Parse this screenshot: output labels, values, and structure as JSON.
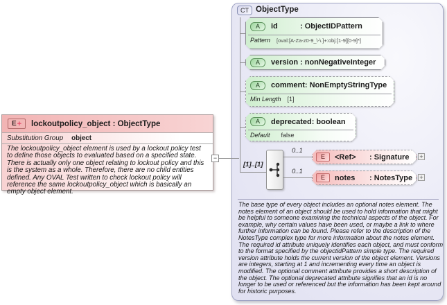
{
  "element": {
    "badge": "E",
    "badge_plus": "+",
    "title": "lockoutpolicy_object : ObjectType",
    "substitution_label": "Substitution Group",
    "substitution_value": "object",
    "description": "The lockoutpolicy_object element is used by a lockout policy test to define those objects to evaluated based on a specified state. There is actually only one object relating to lockout policy and this is the system as a whole. Therefore, there are no child entities defined. Any OVAL Test written to check lockout policy will reference the same lockoutpolicy_object which is basically an empty object element."
  },
  "ct": {
    "badge": "CT",
    "title": "ObjectType",
    "attributes": [
      {
        "badge": "A",
        "name": "id",
        "type": ": ObjectIDPattern",
        "facet_label": "Pattern",
        "facet_value": "[oval:[A-Za-z0-9_\\-\\.]+:obj:[1-9][0-9]*]"
      },
      {
        "badge": "A",
        "name": "version",
        "type": ": nonNegativeInteger"
      },
      {
        "badge": "A",
        "name": "comment",
        "type": ": NonEmptyStringType",
        "facet_label": "Min Length",
        "facet_value": "[1]"
      },
      {
        "badge": "A",
        "name": "deprecated",
        "type": ": boolean",
        "facet_label": "Default",
        "facet_value": "false"
      }
    ],
    "content": {
      "cardinality": "[1]..[1]",
      "children": [
        {
          "badge": "E",
          "occurs": "0..1",
          "name": "<Ref>",
          "type": ": Signature"
        },
        {
          "badge": "E",
          "occurs": "0..1",
          "name": "notes",
          "type": ": NotesType"
        }
      ]
    },
    "description": "The base type of every object includes an optional notes element. The notes element of an object should be used to hold information that might be helpful to someone examining the technical aspects of the object. For example, why certain values have been used, or maybe a link to where further information can be found. Please refer to the description of the NotesType complex type for more information about the notes element. The required id attribute uniquely identifies each object, and must conform to the format specified by the objectidPattern simple type. The required version attribute holds the current version of the object element. Versions are integers, starting at 1 and incrementing every time an object is modified. The optional comment attribute provides a short description of the object. The optional deprecated attribute signifies that an id is no longer to be used or referenced but the information has been kept around for historic purposes."
  },
  "icons": {
    "collapse": "−",
    "expand": "+"
  },
  "colors": {
    "element_accent": "#c46a6a",
    "attribute_accent": "#5e945e",
    "complextype_accent": "#8890b4",
    "panel_bg": "#e8e8f5",
    "element_bg": "#f5baba",
    "attribute_bg": "#cfeecf"
  }
}
